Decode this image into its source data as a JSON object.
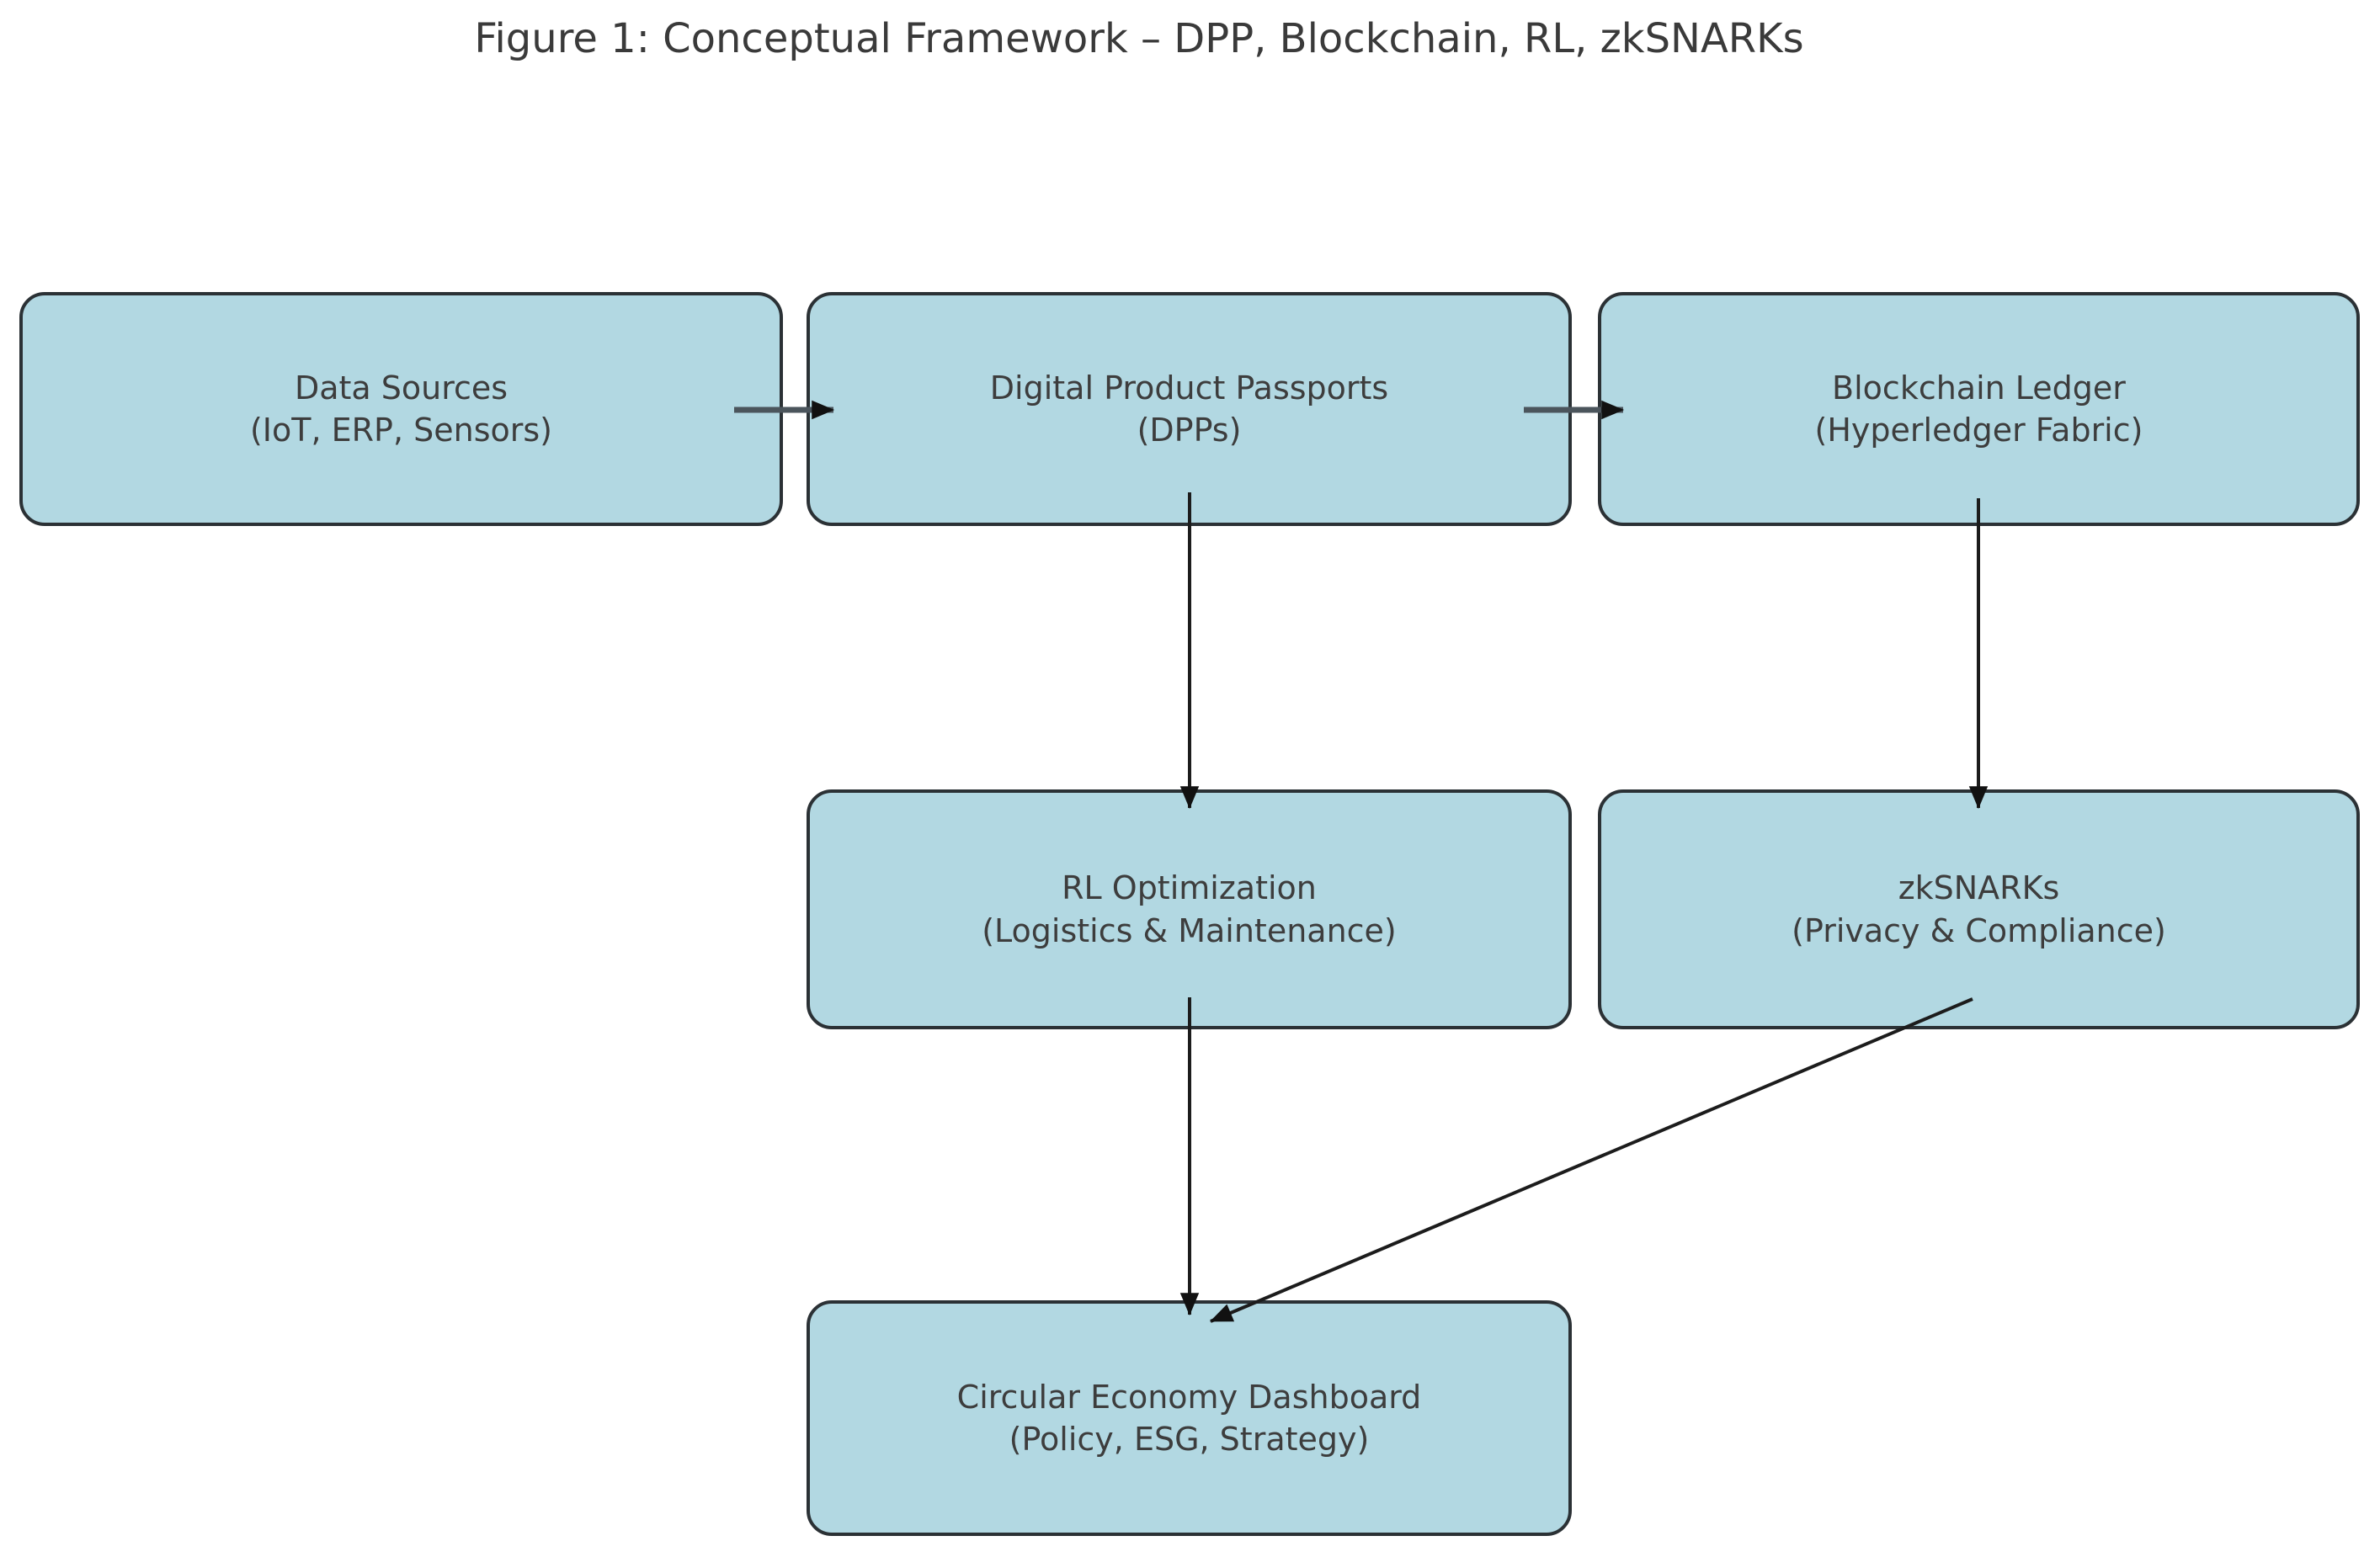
{
  "figure": {
    "title": "Figure 1: Conceptual Framework – DPP, Blockchain, RL, zkSNARKs"
  },
  "colors": {
    "node_fill": "#b2d8e2",
    "node_border": "#2b3135",
    "arrow_line_horizontal": "#4b555c",
    "arrow_line_vertical": "#1c1c1c",
    "arrowhead": "#111111",
    "text": "#3d3d3d",
    "background": "#ffffff"
  },
  "nodes": [
    {
      "id": "data-sources",
      "line1": "Data Sources",
      "line2": "(IoT, ERP, Sensors)"
    },
    {
      "id": "dpp",
      "line1": "Digital Product Passports",
      "line2": "(DPPs)"
    },
    {
      "id": "blockchain",
      "line1": "Blockchain Ledger",
      "line2": "(Hyperledger Fabric)"
    },
    {
      "id": "rl",
      "line1": "RL Optimization",
      "line2": "(Logistics & Maintenance)"
    },
    {
      "id": "zksnarks",
      "line1": "zkSNARKs",
      "line2": "(Privacy & Compliance)"
    },
    {
      "id": "dashboard",
      "line1": "Circular Economy Dashboard",
      "line2": "(Policy, ESG, Strategy)"
    }
  ],
  "edges": [
    {
      "from": "data-sources",
      "to": "dpp",
      "direction": "right"
    },
    {
      "from": "dpp",
      "to": "blockchain",
      "direction": "right"
    },
    {
      "from": "dpp",
      "to": "rl",
      "direction": "down"
    },
    {
      "from": "blockchain",
      "to": "zksnarks",
      "direction": "down"
    },
    {
      "from": "rl",
      "to": "dashboard",
      "direction": "down"
    },
    {
      "from": "zksnarks",
      "to": "dashboard",
      "direction": "diagonal-down-left"
    }
  ]
}
